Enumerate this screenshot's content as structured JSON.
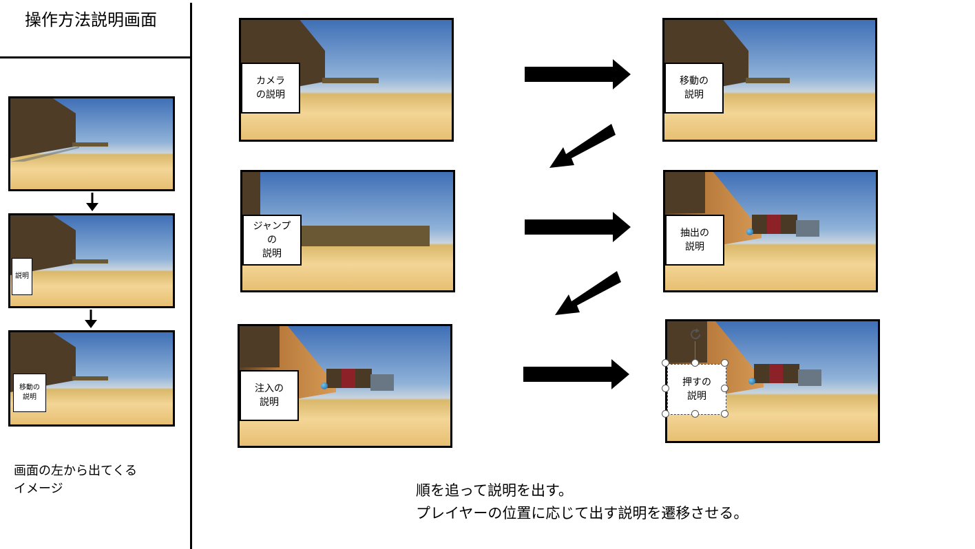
{
  "title": "操作方法説明画面",
  "left_caption": "画面の左から出てくる\nイメージ",
  "left_panel": {
    "frame2_note": "説明",
    "frame3_note": "移動の\n説明"
  },
  "main_notes": {
    "camera": "カメラ\nの説明",
    "move": "移動の\n説明",
    "jump": "ジャンプ\nの\n説明",
    "extract": "抽出の\n説明",
    "inject": "注入の\n説明",
    "push": "押すの\n説明"
  },
  "main_caption": "順を追って説明を出す。\nプレイヤーの位置に応じて出す説明を遷移させる。",
  "colors": {
    "sky": "#3f6fb6",
    "sand": "#f3d596",
    "wall": "#4e3c27",
    "red_block": "#8c2228"
  }
}
